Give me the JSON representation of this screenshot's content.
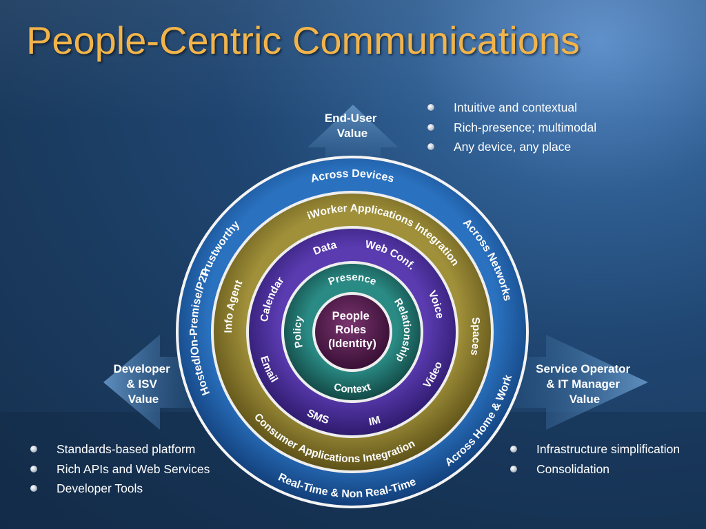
{
  "title": "People-Centric Communications",
  "top_bullets": [
    "Intuitive and contextual",
    "Rich-presence; multimodal",
    "Any device, any place"
  ],
  "left_bullets": [
    "Standards-based platform",
    "Rich APIs and Web Services",
    "Developer Tools"
  ],
  "right_bullets": [
    "Infrastructure simplification",
    "Consolidation"
  ],
  "arrows": {
    "top": [
      "End-User",
      "Value"
    ],
    "left": [
      "Developer",
      "& ISV",
      "Value"
    ],
    "right": [
      "Service Operator",
      "& IT Manager",
      "Value"
    ]
  },
  "core": [
    "People",
    "Roles",
    "(Identity)"
  ],
  "rings": {
    "outer": [
      "Across Devices",
      "Across Networks",
      "Across Home & Work",
      "Real-Time & Non Real-Time",
      "Hosted/On-Premise/P2P",
      "Trustworthy"
    ],
    "gold": [
      "iWorker Applications Integration",
      "Spaces",
      "Consumer Applications Integration",
      "Info Agent"
    ],
    "purple": [
      "Data",
      "Web Conf.",
      "Voice",
      "Video",
      "IM",
      "SMS",
      "Email",
      "Calendar"
    ],
    "teal": [
      "Presence",
      "Relationship",
      "Context",
      "Policy"
    ]
  },
  "colors": {
    "title": "#f2b44a",
    "outer_ring": "#1f5fa8",
    "gold_ring": "#8a7a2c",
    "purple_ring": "#4a2f94",
    "teal_ring": "#1f6e6a",
    "core": "#5a2050"
  }
}
